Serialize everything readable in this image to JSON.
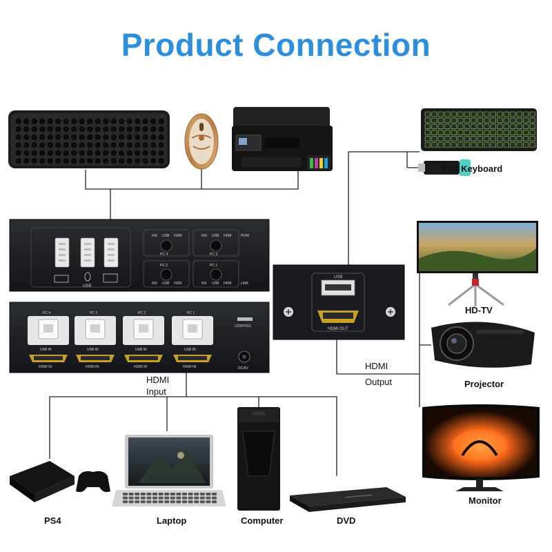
{
  "title": "Product Connection",
  "labels": {
    "ps2_keyboard": "PS2 Keyboard",
    "hdtv": "HD-TV",
    "projector": "Projector",
    "monitor": "Monitor",
    "hdmi_input_line1": "HDMI",
    "hdmi_input_line2": "Input",
    "hdmi_output_line1": "HDMI",
    "hdmi_output_line2": "Output",
    "ps4": "PS4",
    "laptop": "Laptop",
    "computer": "Computer",
    "dvd": "DVD"
  },
  "front_panel": {
    "usb": "USB",
    "pc4": "PC 4",
    "pc3": "PC 3",
    "pc2": "PC 2",
    "pc1": "PC 1",
    "in4": "IN4",
    "in3": "IN3",
    "in2": "IN2",
    "in1": "IN1",
    "usb_led": "USB",
    "hdm_led": "HDM",
    "pow": "POW",
    "link": "LINK"
  },
  "back_panel": {
    "pc4": "PC 4",
    "pc3": "PC 3",
    "pc2": "PC 2",
    "pc1": "PC 1",
    "usb_in": "USB IN",
    "hdmi_in": "HDMI IN",
    "control": "CONTROL",
    "dc": "DC/5V"
  },
  "extender": {
    "usb": "USB",
    "hdmi_out": "HDMI OUT"
  },
  "colors": {
    "title": "#2b8fdd",
    "panel": "#1b1d20",
    "panel_text": "#cfcfcf",
    "line": "#222222"
  }
}
